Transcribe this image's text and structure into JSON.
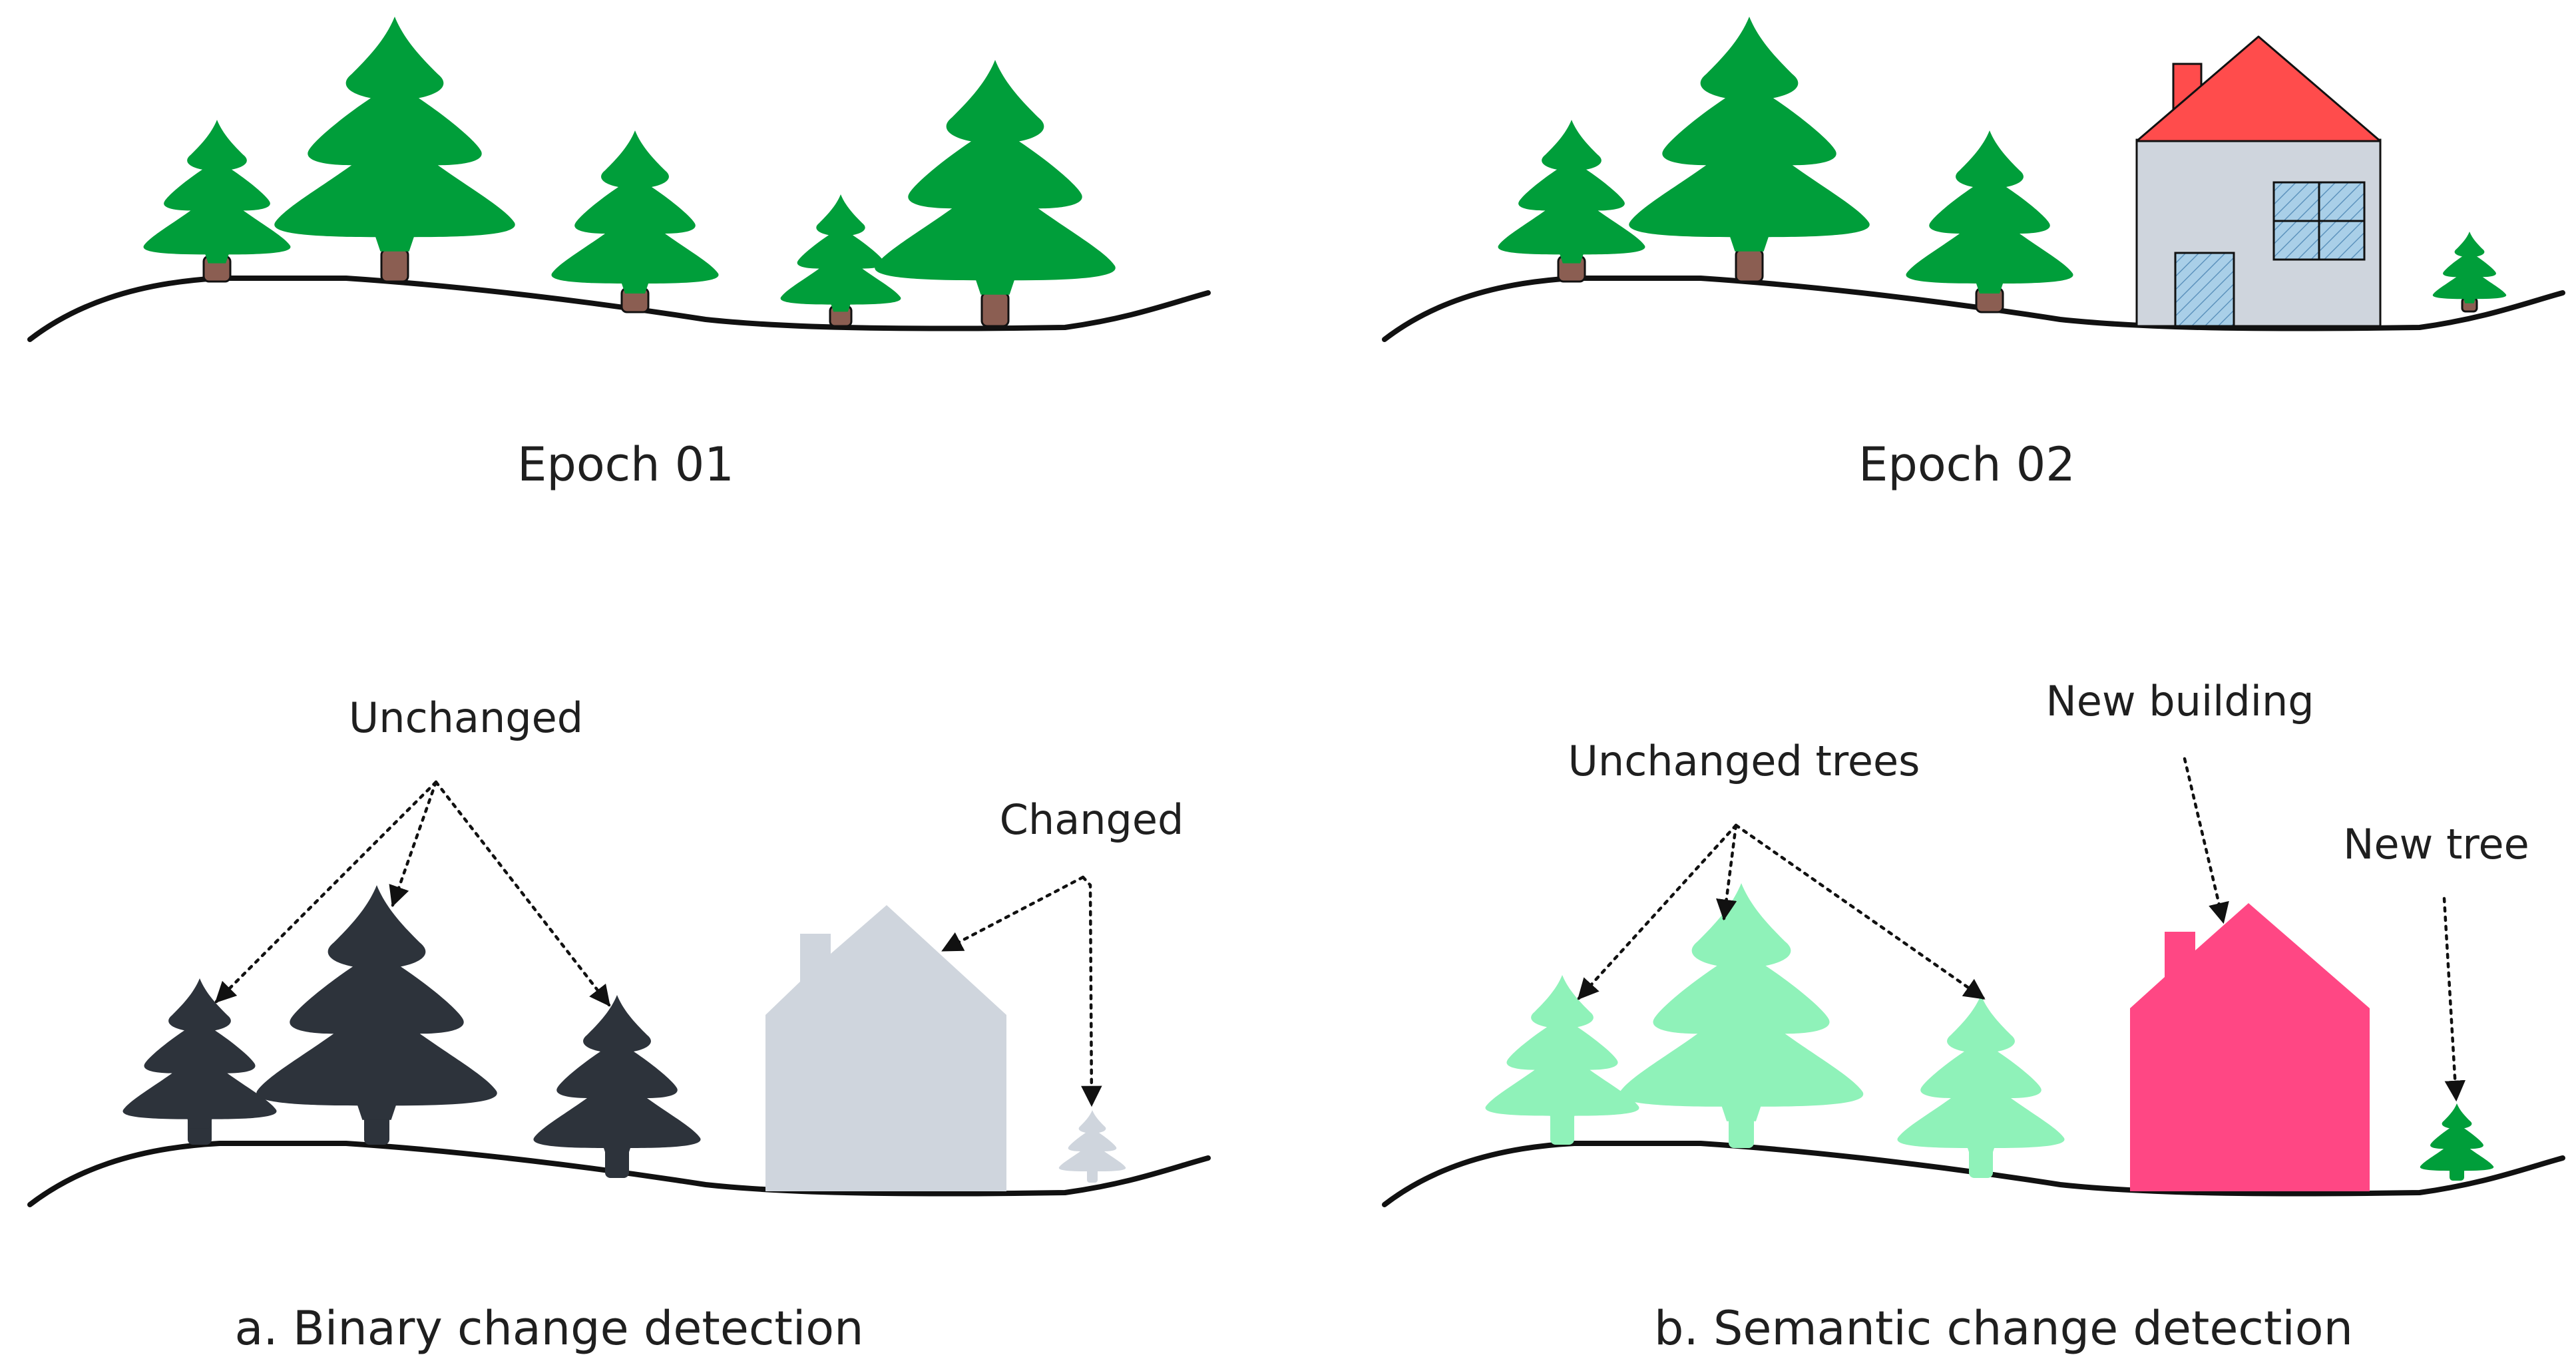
{
  "colors": {
    "tree_green": "#009e3a",
    "trunk_brown": "#8b5e52",
    "roof_red": "#ff4c4c",
    "wall_gray": "#cfd5dd",
    "glass_blue": "#a9cfe8",
    "binary_unchanged": "#2d333b",
    "binary_changed": "#cfd5dd",
    "semantic_trees": "#8ff2b9",
    "semantic_building": "#ff4784",
    "semantic_new_tree": "#009e3a",
    "ink": "#111111"
  },
  "panels": {
    "epoch1": {
      "caption": "Epoch 01"
    },
    "epoch2": {
      "caption": "Epoch 02"
    },
    "binary": {
      "caption": "a. Binary change detection",
      "label_unchanged": "Unchanged",
      "label_changed": "Changed"
    },
    "semantic": {
      "caption": "b. Semantic change detection",
      "label_unchanged_trees": "Unchanged trees",
      "label_new_building": "New building",
      "label_new_tree": "New tree"
    }
  }
}
